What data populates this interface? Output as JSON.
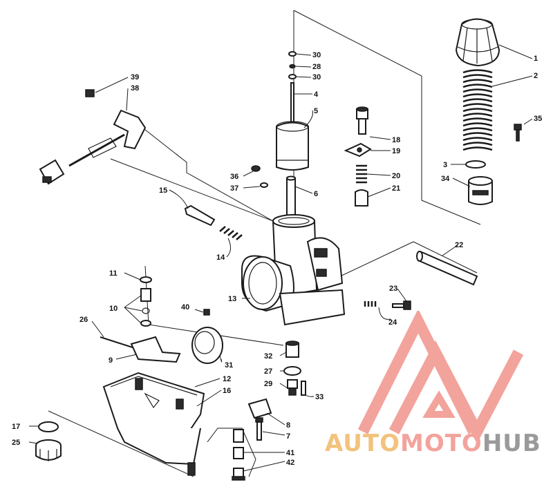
{
  "callouts": {
    "c1": "1",
    "c2": "2",
    "c3": "3",
    "c4": "4",
    "c5": "5",
    "c6": "6",
    "c7": "7",
    "c8": "8",
    "c9": "9",
    "c10": "10",
    "c11": "11",
    "c12": "12",
    "c13": "13",
    "c14": "14",
    "c15": "15",
    "c16": "16",
    "c17": "17",
    "c18": "18",
    "c19": "19",
    "c20": "20",
    "c21": "21",
    "c22": "22",
    "c23": "23",
    "c24": "24",
    "c25": "25",
    "c26": "26",
    "c27": "27",
    "c28": "28",
    "c29": "29",
    "c30a": "30",
    "c30b": "30",
    "c31": "31",
    "c32": "32",
    "c33": "33",
    "c34": "34",
    "c35": "35",
    "c36": "36",
    "c37": "37",
    "c38": "38",
    "c39": "39",
    "c40": "40",
    "c41": "41",
    "c42": "42"
  },
  "watermark": {
    "part1": "AUTO",
    "part2": "MOTO",
    "part3": "HUB",
    "color1": "#f3c27c",
    "color2": "#f2a39c",
    "color3": "#9a9a9a",
    "logo_color": "#f2a39c"
  }
}
